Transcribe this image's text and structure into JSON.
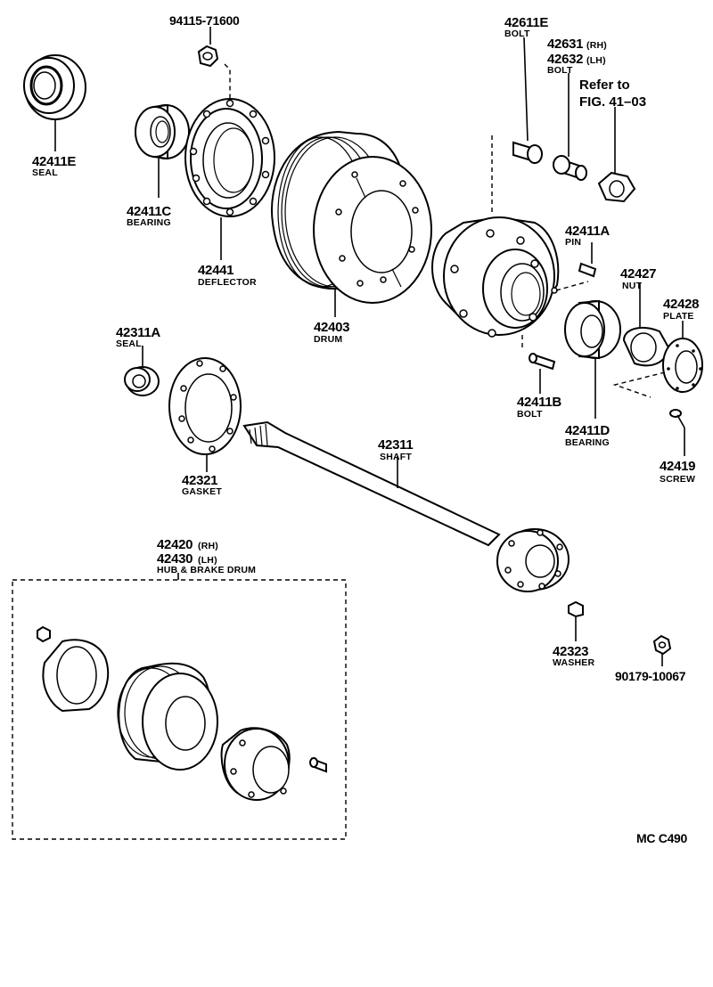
{
  "diagram": {
    "parts": [
      {
        "id": "94115-71600",
        "name": ""
      },
      {
        "id": "42411E",
        "name": "SEAL"
      },
      {
        "id": "42411C",
        "name": "BEARING"
      },
      {
        "id": "42441",
        "name": "DEFLECTOR"
      },
      {
        "id": "42403",
        "name": "DRUM"
      },
      {
        "id": "42611E",
        "name": "BOLT"
      },
      {
        "id": "42631",
        "side": "(RH)"
      },
      {
        "id": "42632",
        "side": "(LH)",
        "name": "BOLT"
      },
      {
        "id": "42411A",
        "name": "PIN"
      },
      {
        "id": "42427",
        "name": "NUT"
      },
      {
        "id": "42428",
        "name": "PLATE"
      },
      {
        "id": "42311A",
        "name": "SEAL"
      },
      {
        "id": "42411B",
        "name": "BOLT"
      },
      {
        "id": "42411D",
        "name": "BEARING"
      },
      {
        "id": "42419",
        "name": "SCREW"
      },
      {
        "id": "42311",
        "name": "SHAFT"
      },
      {
        "id": "42321",
        "name": "GASKET"
      },
      {
        "id": "42323",
        "name": "WASHER"
      },
      {
        "id": "90179-10067",
        "name": ""
      }
    ],
    "assembly": {
      "rh_id": "42420",
      "rh_side": "(RH)",
      "lh_id": "42430",
      "lh_side": "(LH)",
      "name": "HUB & BRAKE DRUM"
    },
    "reference": {
      "line1": "Refer to",
      "line2": "FIG. 41–03"
    },
    "figure_code": "MC  C490"
  }
}
